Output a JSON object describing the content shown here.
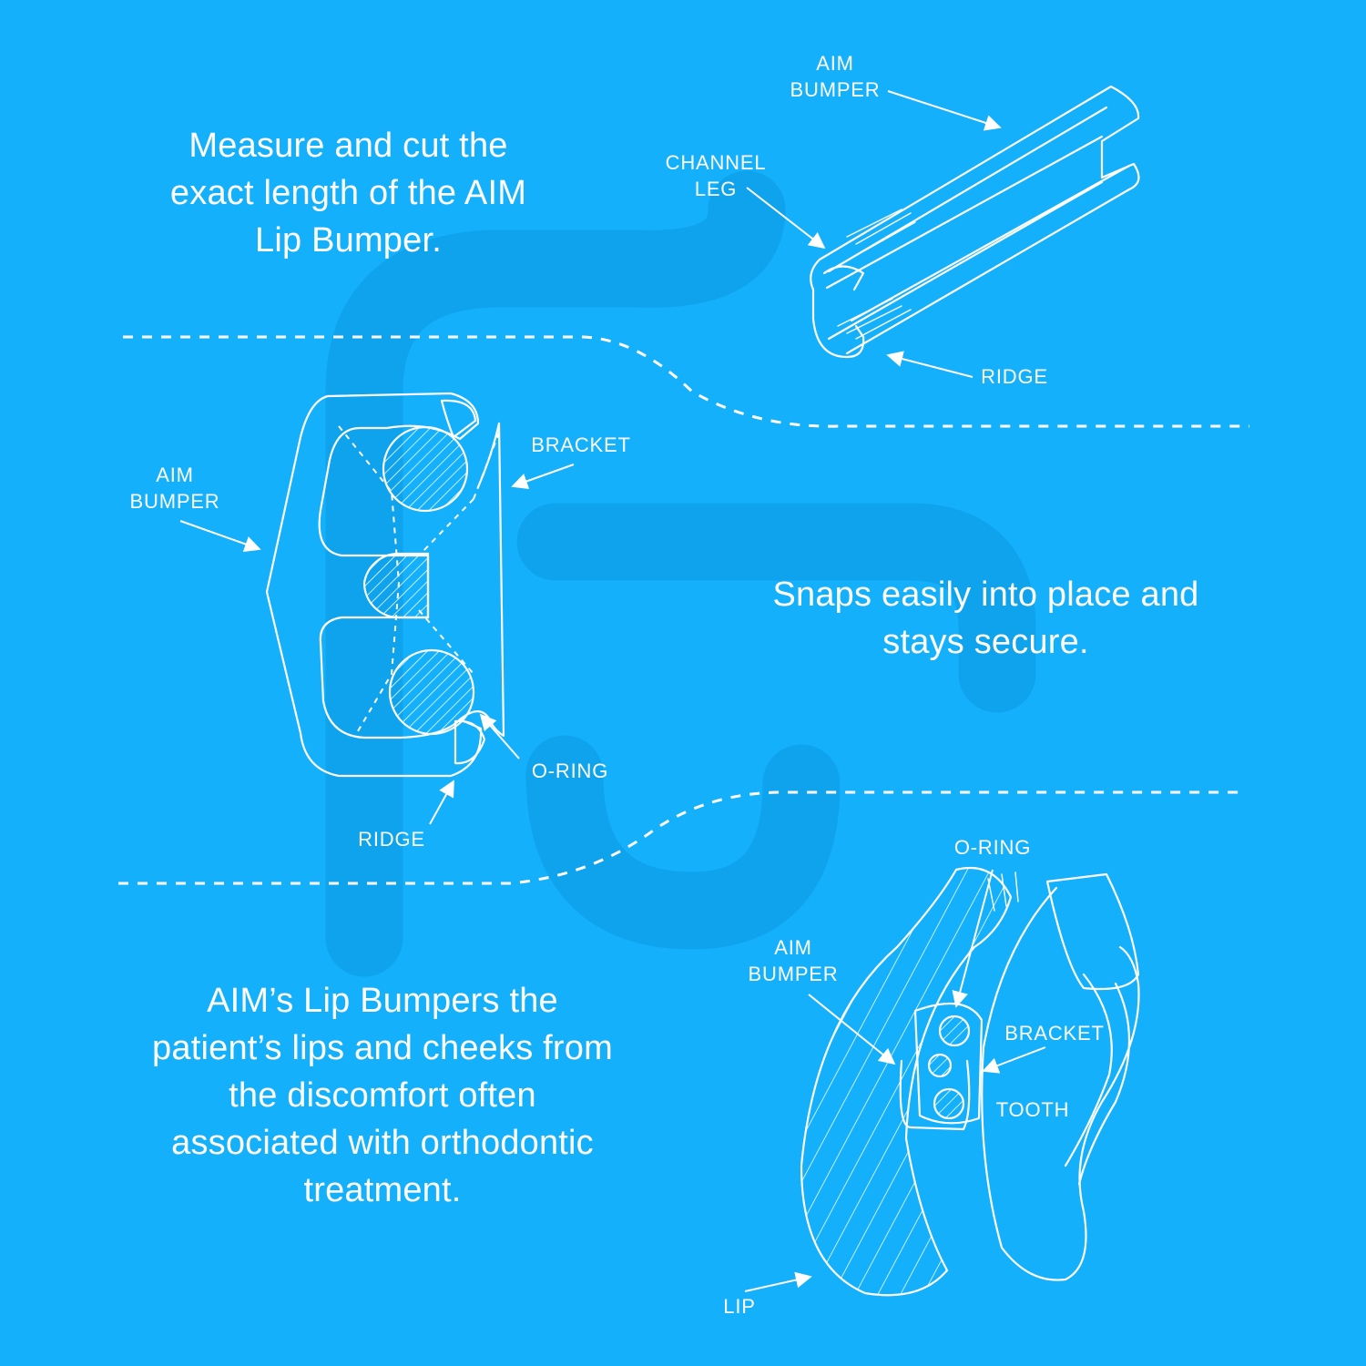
{
  "colors": {
    "background": "#14b0fb",
    "foreground": "#ffffff",
    "watermark": "#0fa3ee"
  },
  "watermark_icon": "aim-logo-mark",
  "captions": {
    "top": "Measure and cut the\nexact length of the AIM\nLip Bumper.",
    "middle": "Snaps easily into place and\nstays secure.",
    "bottom": "AIM’s Lip Bumpers the\npatient’s lips and cheeks from\nthe discomfort often\nassociated with orthodontic\ntreatment."
  },
  "diagram_top": {
    "labels": {
      "aim_bumper": "AIM\nBUMPER",
      "channel_leg": "CHANNEL\nLEG",
      "ridge": "RIDGE"
    }
  },
  "diagram_middle": {
    "labels": {
      "aim_bumper": "AIM\nBUMPER",
      "bracket": "BRACKET",
      "o_ring": "O-RING",
      "ridge": "RIDGE"
    }
  },
  "diagram_bottom": {
    "labels": {
      "o_ring": "O-RING",
      "aim_bumper": "AIM\nBUMPER",
      "bracket": "BRACKET",
      "tooth": "TOOTH",
      "lip": "LIP"
    }
  }
}
